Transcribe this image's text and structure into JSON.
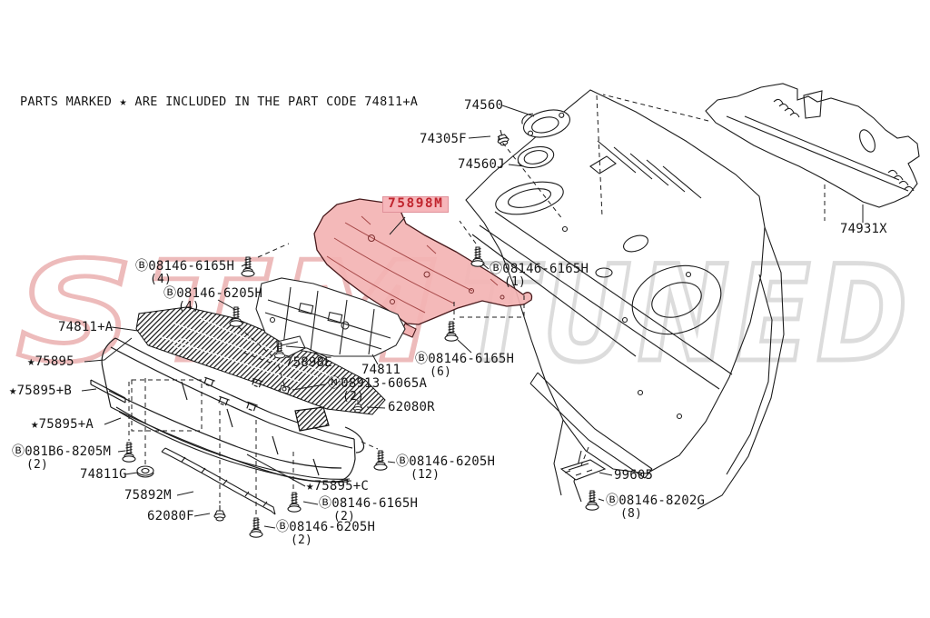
{
  "header": {
    "note": "PARTS MARKED ★ ARE INCLUDED IN THE PART CODE 74811+A"
  },
  "watermark": {
    "left": "STM",
    "right": "TUNED"
  },
  "colors": {
    "line": "#1c1c1c",
    "highlight_fill": "#f3b3b3",
    "highlight_label_bg": "#f6b6ba",
    "highlight_label_text": "#c1252e",
    "watermark_red": "#ecb4b4",
    "watermark_gray": "#d9d9d9"
  },
  "highlighted_part": "75898M",
  "labels": [
    {
      "code": "74560"
    },
    {
      "code": "74305F"
    },
    {
      "code": "74560J"
    },
    {
      "code": "75898M"
    },
    {
      "code": "74931X"
    },
    {
      "code": "Ⓑ08146-6165H",
      "qty": "(4)"
    },
    {
      "code": "Ⓑ08146-6165H",
      "qty": "(1)"
    },
    {
      "code": "Ⓑ08146-6205H",
      "qty": "(4)"
    },
    {
      "code": "74811+A"
    },
    {
      "code": "Ⓑ08146-6165H",
      "qty": "(6)"
    },
    {
      "code": "75898E"
    },
    {
      "code": "74811"
    },
    {
      "code": "★75895"
    },
    {
      "code": "Ⓝ08913-6065A",
      "qty": "(2)"
    },
    {
      "code": "62080R"
    },
    {
      "code": "★75895+B"
    },
    {
      "code": "★75895+A"
    },
    {
      "code": "Ⓑ081B6-8205M",
      "qty": "(2)"
    },
    {
      "code": "Ⓑ08146-6205H",
      "qty": "(12)"
    },
    {
      "code": "74811G"
    },
    {
      "code": "99605"
    },
    {
      "code": "★75895+C"
    },
    {
      "code": "75892M"
    },
    {
      "code": "Ⓑ08146-8202G",
      "qty": "(8)"
    },
    {
      "code": "Ⓑ08146-6165H",
      "qty": "(2)"
    },
    {
      "code": "62080F"
    },
    {
      "code": "Ⓑ08146-6205H",
      "qty": "(2)"
    }
  ]
}
